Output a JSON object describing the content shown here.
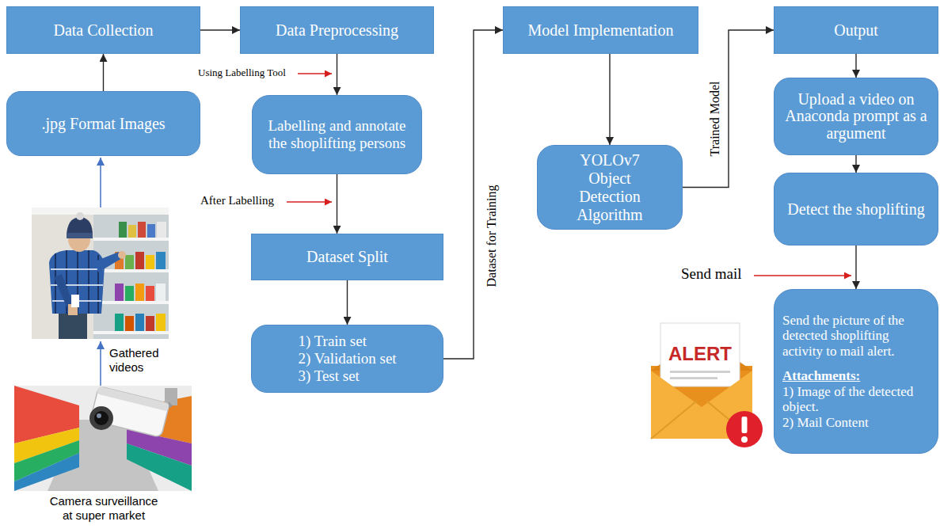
{
  "diagram": {
    "nodes": [
      {
        "text": [
          "Data Collection"
        ]
      },
      {
        "text": [
          "Data Preprocessing"
        ]
      },
      {
        "text": [
          "Model Implementation"
        ]
      },
      {
        "text": [
          "Output"
        ]
      },
      {
        "text": [
          ".jpg Format Images"
        ]
      },
      {
        "text": [
          "Labelling and annotate the shoplifting persons"
        ]
      },
      {
        "text": [
          "Dataset Split"
        ]
      },
      {
        "text": [
          "1) Train set",
          "2) Validation set",
          "3) Test set"
        ]
      },
      {
        "text": [
          "YOLOv7 Object Detection Algorithm"
        ]
      },
      {
        "text": [
          "Upload a video on Anaconda prompt as a argument"
        ]
      },
      {
        "text": [
          "Detect the shoplifting"
        ]
      },
      {
        "text": [
          "Send the picture of the detected shoplifting activity to mail alert.",
          "Attachments:",
          "1) Image of the detected object.",
          "2) Mail Content"
        ]
      }
    ],
    "edges": [
      {
        "from": 0,
        "to": 1,
        "arrow": "to"
      },
      {
        "from": 4,
        "to": 0,
        "arrow": "to"
      },
      {
        "from": 1,
        "to": 5,
        "arrow": "to",
        "label": "Using Labelling Tool"
      },
      {
        "from": 5,
        "to": 6,
        "arrow": "to",
        "label": "After Labelling"
      },
      {
        "from": 6,
        "to": 7,
        "arrow": "to"
      },
      {
        "from": 7,
        "to": 2,
        "arrow": "to",
        "label": "Dataset for Training"
      },
      {
        "from": 2,
        "to": 8,
        "arrow": "to"
      },
      {
        "from": 8,
        "to": 3,
        "arrow": "to",
        "label": "Trained Model"
      },
      {
        "from": 3,
        "to": 9,
        "arrow": "to"
      },
      {
        "from": 9,
        "to": 10,
        "arrow": "to"
      },
      {
        "from": 10,
        "to": 11,
        "arrow": "to",
        "label": "Send mail"
      }
    ],
    "labels": [
      "Gathered videos",
      "Camera surveillance at super market",
      "ALERT"
    ]
  }
}
